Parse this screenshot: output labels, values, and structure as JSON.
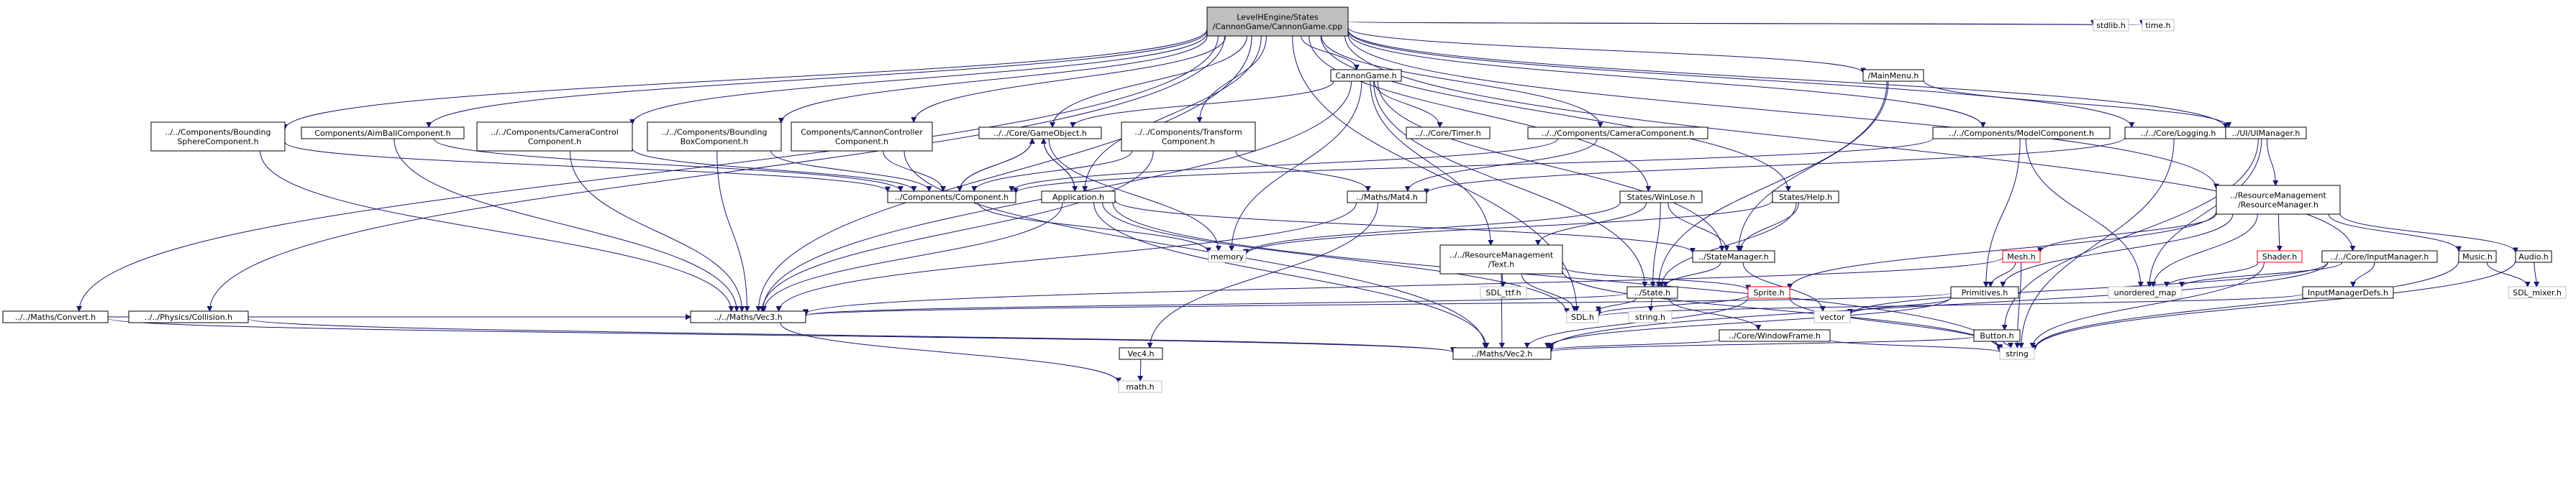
{
  "graph": {
    "edge_color": "#191970",
    "root_fill": "#bfbfbf",
    "missing_border": "#ff0000",
    "external_border": "#bfbfbf",
    "nodes": [
      {
        "id": "root",
        "label": [
          "LevelHEngine/States",
          "/CannonGame/CannonGame.cpp"
        ],
        "style": "root"
      },
      {
        "id": "stdlib",
        "label": [
          "stdlib.h"
        ],
        "style": "external"
      },
      {
        "id": "time",
        "label": [
          "time.h"
        ],
        "style": "external"
      },
      {
        "id": "cannongame_h",
        "label": [
          "CannonGame.h"
        ],
        "style": "plain"
      },
      {
        "id": "mainmenu",
        "label": [
          "/MainMenu.h"
        ],
        "style": "plain"
      },
      {
        "id": "bounding_sphere",
        "label": [
          "../../Components/Bounding",
          "SphereComponent.h"
        ],
        "style": "plain"
      },
      {
        "id": "aimball",
        "label": [
          "Components/AimBallComponent.h"
        ],
        "style": "plain"
      },
      {
        "id": "camera_control",
        "label": [
          "../../Components/CameraControl",
          "Component.h"
        ],
        "style": "plain"
      },
      {
        "id": "bounding_box",
        "label": [
          "../../Components/Bounding",
          "BoxComponent.h"
        ],
        "style": "plain"
      },
      {
        "id": "cannon_controller",
        "label": [
          "Components/CannonController",
          "Component.h"
        ],
        "style": "plain"
      },
      {
        "id": "gameobject",
        "label": [
          "../../Core/GameObject.h"
        ],
        "style": "plain"
      },
      {
        "id": "transform",
        "label": [
          "../../Components/Transform",
          "Component.h"
        ],
        "style": "plain"
      },
      {
        "id": "timer",
        "label": [
          "../../Core/Timer.h"
        ],
        "style": "plain"
      },
      {
        "id": "camera_comp",
        "label": [
          "../../Components/CameraComponent.h"
        ],
        "style": "plain"
      },
      {
        "id": "model_comp",
        "label": [
          "../../Components/ModelComponent.h"
        ],
        "style": "plain"
      },
      {
        "id": "logging",
        "label": [
          "../../Core/Logging.h"
        ],
        "style": "plain"
      },
      {
        "id": "uimanager",
        "label": [
          "../UI/UIManager.h"
        ],
        "style": "plain"
      },
      {
        "id": "component",
        "label": [
          "../Components/Component.h"
        ],
        "style": "plain"
      },
      {
        "id": "application",
        "label": [
          "Application.h"
        ],
        "style": "plain"
      },
      {
        "id": "mat4",
        "label": [
          "../Maths/Mat4.h"
        ],
        "style": "plain"
      },
      {
        "id": "states_winlose",
        "label": [
          "States/WinLose.h"
        ],
        "style": "plain"
      },
      {
        "id": "states_help",
        "label": [
          "States/Help.h"
        ],
        "style": "plain"
      },
      {
        "id": "resource_manager",
        "label": [
          "../ResourceManagement",
          "/ResourceManager.h"
        ],
        "style": "plain"
      },
      {
        "id": "memory",
        "label": [
          "memory"
        ],
        "style": "external"
      },
      {
        "id": "text_h",
        "label": [
          "../../ResourceManagement",
          "/Text.h"
        ],
        "style": "plain"
      },
      {
        "id": "statemanager",
        "label": [
          "../StateManager.h"
        ],
        "style": "plain"
      },
      {
        "id": "mesh",
        "label": [
          "Mesh.h"
        ],
        "style": "red"
      },
      {
        "id": "shader",
        "label": [
          "Shader.h"
        ],
        "style": "red"
      },
      {
        "id": "inputmanager",
        "label": [
          "../../Core/InputManager.h"
        ],
        "style": "plain"
      },
      {
        "id": "music",
        "label": [
          "Music.h"
        ],
        "style": "plain"
      },
      {
        "id": "audio",
        "label": [
          "Audio.h"
        ],
        "style": "plain"
      },
      {
        "id": "sdl_ttf",
        "label": [
          "SDL_ttf.h"
        ],
        "style": "external"
      },
      {
        "id": "state_h",
        "label": [
          "../State.h"
        ],
        "style": "plain"
      },
      {
        "id": "sprite",
        "label": [
          "Sprite.h"
        ],
        "style": "red"
      },
      {
        "id": "primitives",
        "label": [
          "Primitives.h"
        ],
        "style": "plain"
      },
      {
        "id": "unordered_map",
        "label": [
          "unordered_map"
        ],
        "style": "external"
      },
      {
        "id": "inputmanagerdefs",
        "label": [
          "InputManagerDefs.h"
        ],
        "style": "plain"
      },
      {
        "id": "sdl_mixer",
        "label": [
          "SDL_mixer.h"
        ],
        "style": "external"
      },
      {
        "id": "maths_convert",
        "label": [
          "../../Maths/Convert.h"
        ],
        "style": "plain"
      },
      {
        "id": "physics_collision",
        "label": [
          "../../Physics/Collision.h"
        ],
        "style": "plain"
      },
      {
        "id": "vec3",
        "label": [
          "../../Maths/Vec3.h"
        ],
        "style": "plain"
      },
      {
        "id": "sdl_h",
        "label": [
          "SDL.h"
        ],
        "style": "external"
      },
      {
        "id": "string_h",
        "label": [
          "string.h"
        ],
        "style": "external"
      },
      {
        "id": "vector",
        "label": [
          "vector"
        ],
        "style": "external"
      },
      {
        "id": "windowframe",
        "label": [
          "../Core/WindowFrame.h"
        ],
        "style": "plain"
      },
      {
        "id": "button",
        "label": [
          "Button.h"
        ],
        "style": "plain"
      },
      {
        "id": "vec4",
        "label": [
          "Vec4.h"
        ],
        "style": "plain"
      },
      {
        "id": "vec2",
        "label": [
          "../Maths/Vec2.h"
        ],
        "style": "plain"
      },
      {
        "id": "string",
        "label": [
          "string"
        ],
        "style": "external"
      },
      {
        "id": "math",
        "label": [
          "math.h"
        ],
        "style": "external"
      }
    ],
    "edges": [
      [
        "root",
        "stdlib"
      ],
      [
        "root",
        "time"
      ],
      [
        "root",
        "cannongame_h"
      ],
      [
        "root",
        "mainmenu"
      ],
      [
        "root",
        "bounding_sphere"
      ],
      [
        "root",
        "aimball"
      ],
      [
        "root",
        "camera_control"
      ],
      [
        "root",
        "bounding_box"
      ],
      [
        "root",
        "cannon_controller"
      ],
      [
        "root",
        "gameobject"
      ],
      [
        "root",
        "transform"
      ],
      [
        "root",
        "camera_comp"
      ],
      [
        "root",
        "model_comp"
      ],
      [
        "root",
        "logging"
      ],
      [
        "root",
        "uimanager"
      ],
      [
        "root",
        "application"
      ],
      [
        "root",
        "states_winlose"
      ],
      [
        "root",
        "states_help"
      ],
      [
        "root",
        "resource_manager"
      ],
      [
        "root",
        "inputmanager"
      ],
      [
        "root",
        "maths_convert"
      ],
      [
        "root",
        "physics_collision"
      ],
      [
        "root",
        "vec3"
      ],
      [
        "root",
        "sdl_h"
      ],
      [
        "cannongame_h",
        "gameobject"
      ],
      [
        "cannongame_h",
        "timer"
      ],
      [
        "cannongame_h",
        "memory"
      ],
      [
        "cannongame_h",
        "text_h"
      ],
      [
        "cannongame_h",
        "statemanager"
      ],
      [
        "cannongame_h",
        "state_h"
      ],
      [
        "cannongame_h",
        "vec3"
      ],
      [
        "mainmenu",
        "uimanager"
      ],
      [
        "mainmenu",
        "statemanager"
      ],
      [
        "mainmenu",
        "state_h"
      ],
      [
        "bounding_sphere",
        "component"
      ],
      [
        "bounding_sphere",
        "vec3"
      ],
      [
        "aimball",
        "component"
      ],
      [
        "aimball",
        "vec3"
      ],
      [
        "camera_control",
        "component"
      ],
      [
        "camera_control",
        "vec3"
      ],
      [
        "bounding_box",
        "component"
      ],
      [
        "bounding_box",
        "vec3"
      ],
      [
        "cannon_controller",
        "component"
      ],
      [
        "cannon_controller",
        "vec2"
      ],
      [
        "gameobject",
        "component"
      ],
      [
        "gameobject",
        "application"
      ],
      [
        "gameobject",
        "memory"
      ],
      [
        "transform",
        "component"
      ],
      [
        "transform",
        "mat4"
      ],
      [
        "transform",
        "vec3"
      ],
      [
        "camera_comp",
        "component"
      ],
      [
        "camera_comp",
        "mat4"
      ],
      [
        "model_comp",
        "component"
      ],
      [
        "model_comp",
        "primitives"
      ],
      [
        "model_comp",
        "unordered_map"
      ],
      [
        "logging",
        "mat4"
      ],
      [
        "logging",
        "string"
      ],
      [
        "uimanager",
        "resource_manager"
      ],
      [
        "uimanager",
        "unordered_map"
      ],
      [
        "uimanager",
        "button"
      ],
      [
        "component",
        "gameobject"
      ],
      [
        "component",
        "memory"
      ],
      [
        "application",
        "statemanager"
      ],
      [
        "application",
        "vec3"
      ],
      [
        "application",
        "vec2"
      ],
      [
        "application",
        "sdl_h"
      ],
      [
        "application",
        "string"
      ],
      [
        "application",
        "gameobject"
      ],
      [
        "mat4",
        "vec3"
      ],
      [
        "mat4",
        "vec4"
      ],
      [
        "states_winlose",
        "memory"
      ],
      [
        "states_winlose",
        "text_h"
      ],
      [
        "states_winlose",
        "statemanager"
      ],
      [
        "states_winlose",
        "state_h"
      ],
      [
        "states_help",
        "statemanager"
      ],
      [
        "states_help",
        "state_h"
      ],
      [
        "states_help",
        "memory"
      ],
      [
        "resource_manager",
        "mesh"
      ],
      [
        "resource_manager",
        "shader"
      ],
      [
        "resource_manager",
        "music"
      ],
      [
        "resource_manager",
        "audio"
      ],
      [
        "resource_manager",
        "primitives"
      ],
      [
        "resource_manager",
        "unordered_map"
      ],
      [
        "resource_manager",
        "sprite"
      ],
      [
        "text_h",
        "sdl_ttf"
      ],
      [
        "text_h",
        "sdl_h"
      ],
      [
        "text_h",
        "vec2"
      ],
      [
        "text_h",
        "sprite"
      ],
      [
        "text_h",
        "string"
      ],
      [
        "statemanager",
        "state_h"
      ],
      [
        "statemanager",
        "vector"
      ],
      [
        "mesh",
        "primitives"
      ],
      [
        "mesh",
        "string"
      ],
      [
        "mesh",
        "vec3"
      ],
      [
        "shader",
        "unordered_map"
      ],
      [
        "shader",
        "string"
      ],
      [
        "inputmanager",
        "inputmanagerdefs"
      ],
      [
        "inputmanager",
        "unordered_map"
      ],
      [
        "inputmanager",
        "vec2"
      ],
      [
        "inputmanager",
        "vector"
      ],
      [
        "music",
        "sdl_mixer"
      ],
      [
        "music",
        "string"
      ],
      [
        "audio",
        "sdl_mixer"
      ],
      [
        "audio",
        "string"
      ],
      [
        "inputmanagerdefs",
        "sdl_h"
      ],
      [
        "state_h",
        "sdl_h"
      ],
      [
        "state_h",
        "string_h"
      ],
      [
        "state_h",
        "windowframe"
      ],
      [
        "state_h",
        "vec3"
      ],
      [
        "sprite",
        "vec2"
      ],
      [
        "sprite",
        "sdl_h"
      ],
      [
        "sprite",
        "string"
      ],
      [
        "primitives",
        "vec3"
      ],
      [
        "primitives",
        "vector"
      ],
      [
        "primitives",
        "vec2"
      ],
      [
        "maths_convert",
        "vec3"
      ],
      [
        "maths_convert",
        "vec2"
      ],
      [
        "physics_collision",
        "vec3"
      ],
      [
        "physics_collision",
        "vec2"
      ],
      [
        "vec3",
        "math"
      ],
      [
        "vec4",
        "math"
      ],
      [
        "windowframe",
        "vec2"
      ],
      [
        "windowframe",
        "string"
      ],
      [
        "button",
        "vec2"
      ],
      [
        "button",
        "string"
      ]
    ]
  }
}
